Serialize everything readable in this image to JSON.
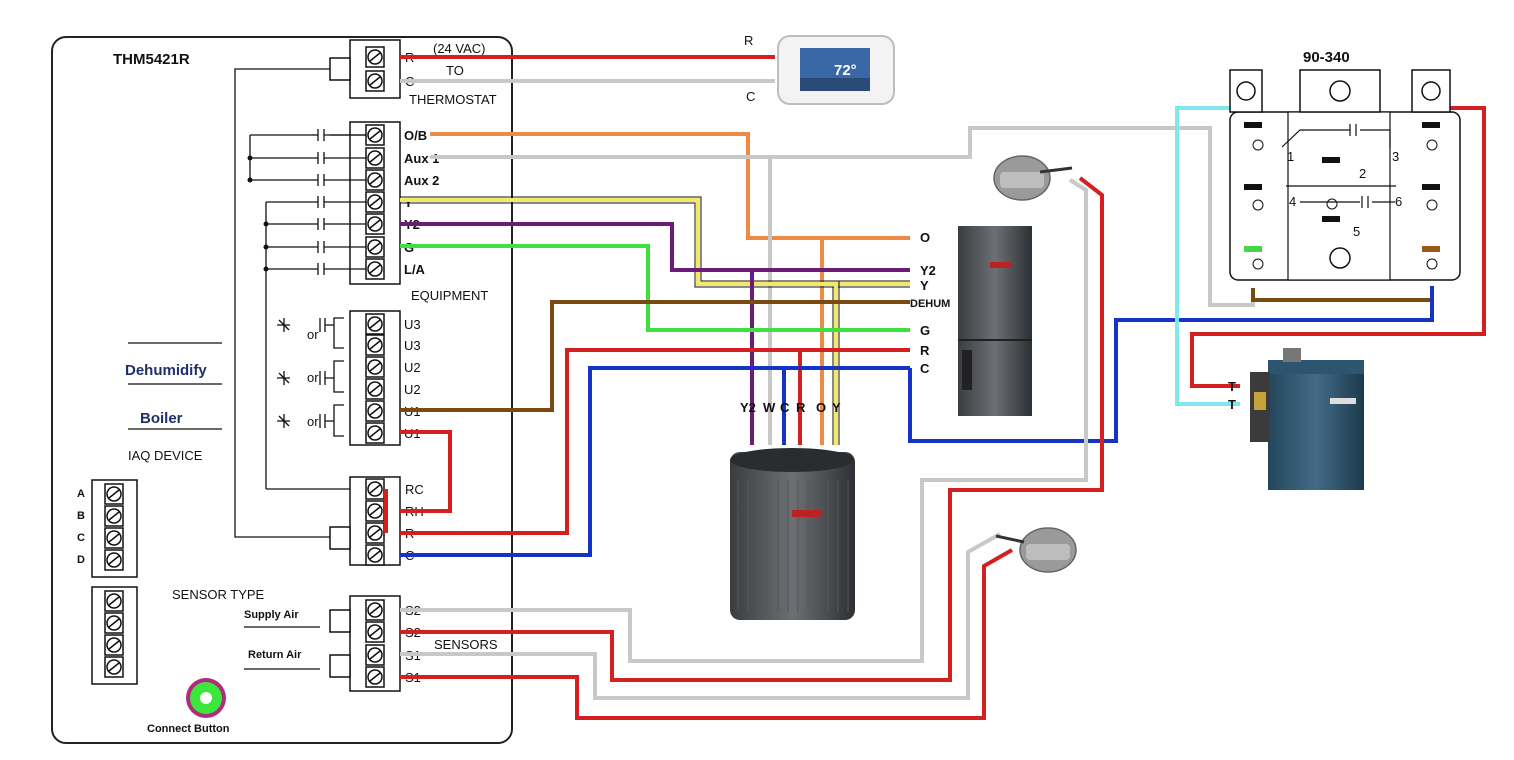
{
  "controller": {
    "model": "THM5421R",
    "iaq_title": "IAQ DEVICE",
    "dehumidify_label": "Dehumidify",
    "boiler_label": "Boiler",
    "equipment_label": "EQUIPMENT",
    "sensor_type_label": "SENSOR TYPE",
    "supply_air_label": "Supply Air",
    "return_air_label": "Return Air",
    "sensors_label": "SENSORS",
    "connect_button_label": "Connect Button",
    "to_label": "TO",
    "vac_label": "(24 VAC)",
    "thermostat_label": "THERMOSTAT",
    "or_label": "or",
    "terminals_top": [
      "R",
      "C"
    ],
    "terminals_equipment": [
      "O/B",
      "Aux 1",
      "Aux 2",
      "Y",
      "Y2",
      "G",
      "L/A"
    ],
    "terminals_u": [
      "U3",
      "U3",
      "U2",
      "U2",
      "U1",
      "U1"
    ],
    "terminals_power": [
      "RC",
      "RH",
      "R",
      "C"
    ],
    "terminals_sensor": [
      "S2",
      "S2",
      "S1",
      "S1"
    ],
    "abcd": [
      "A",
      "B",
      "C",
      "D"
    ]
  },
  "thermostat": {
    "r_label": "R",
    "c_label": "C",
    "temp": "72°"
  },
  "air_handler": {
    "terminals": [
      "O",
      "Y2",
      "Y",
      "DEHUM",
      "G",
      "R",
      "C"
    ]
  },
  "condenser": {
    "terminals": [
      "Y2",
      "W",
      "C",
      "R",
      "O",
      "Y"
    ]
  },
  "relay": {
    "model": "90-340",
    "numbers": [
      "1",
      "2",
      "3",
      "4",
      "5",
      "6"
    ]
  },
  "boiler": {
    "terminals": [
      "T",
      "T"
    ]
  },
  "colors": {
    "red": "#d42020",
    "gray": "#c8c8c8",
    "orange": "#ef8a45",
    "yellow": "#f2e86a",
    "purple": "#6c1c78",
    "green": "#3de03d",
    "brown": "#7b4a12",
    "blue": "#1533c4",
    "cyan": "#7fe8ef"
  }
}
